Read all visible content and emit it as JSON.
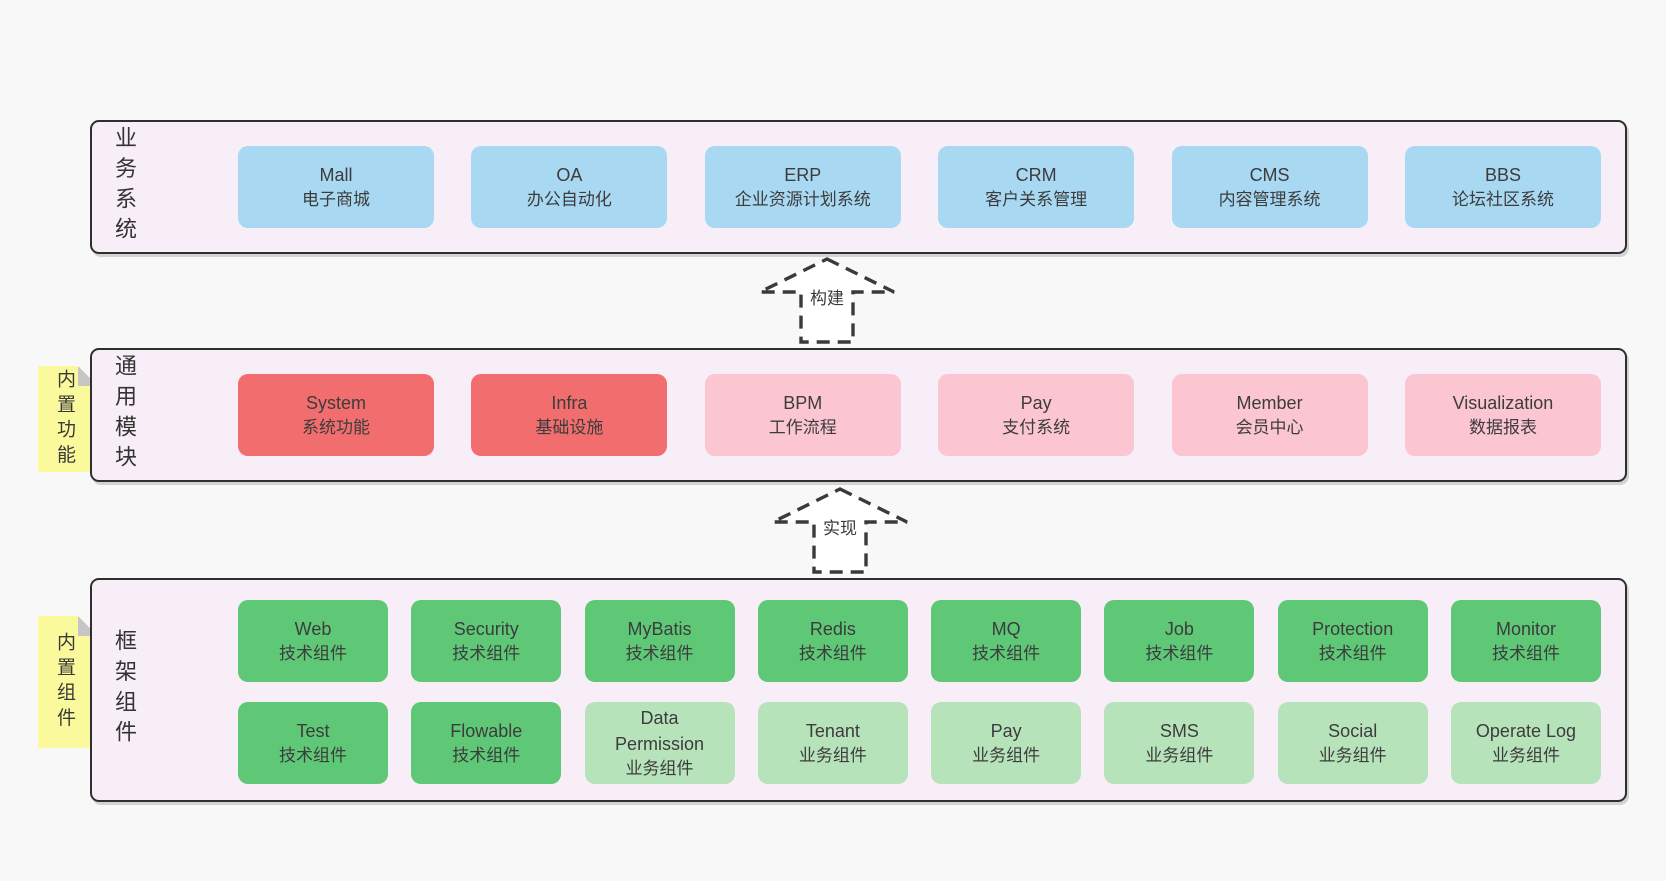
{
  "page": {
    "background_color": "#f8f8f8"
  },
  "colors": {
    "layer_background": "#f8eef7",
    "layer_border": "#2f2f2f",
    "business_box_blue": "#a8d8f2",
    "core_box_red": "#f26d6d",
    "module_box_pink": "#fbc6d1",
    "tech_box_green": "#5ec877",
    "biz_box_light_green": "#b7e3bb",
    "sticky_note_yellow": "#fafa9d",
    "sticky_note_fold_gray": "#c6c6c6",
    "arrow_stroke": "#3a3a3a",
    "text": "#3c3c3c"
  },
  "layers": {
    "business": {
      "label": "业务系统",
      "items": [
        {
          "name": "Mall",
          "sub": "电子商城"
        },
        {
          "name": "OA",
          "sub": "办公自动化"
        },
        {
          "name": "ERP",
          "sub": "企业资源计划系统"
        },
        {
          "name": "CRM",
          "sub": "客户关系管理"
        },
        {
          "name": "CMS",
          "sub": "内容管理系统"
        },
        {
          "name": "BBS",
          "sub": "论坛社区系统"
        }
      ]
    },
    "common": {
      "label": "通用模块",
      "note": "内置功能",
      "items": [
        {
          "name": "System",
          "sub": "系统功能"
        },
        {
          "name": "Infra",
          "sub": "基础设施"
        },
        {
          "name": "BPM",
          "sub": "工作流程"
        },
        {
          "name": "Pay",
          "sub": "支付系统"
        },
        {
          "name": "Member",
          "sub": "会员中心"
        },
        {
          "name": "Visualization",
          "sub": "数据报表"
        }
      ]
    },
    "framework": {
      "label": "框架组件",
      "note": "内置组件",
      "row1": [
        {
          "name": "Web",
          "sub": "技术组件"
        },
        {
          "name": "Security",
          "sub": "技术组件"
        },
        {
          "name": "MyBatis",
          "sub": "技术组件"
        },
        {
          "name": "Redis",
          "sub": "技术组件"
        },
        {
          "name": "MQ",
          "sub": "技术组件"
        },
        {
          "name": "Job",
          "sub": "技术组件"
        },
        {
          "name": "Protection",
          "sub": "技术组件"
        },
        {
          "name": "Monitor",
          "sub": "技术组件"
        }
      ],
      "row2": [
        {
          "name": "Test",
          "sub": "技术组件"
        },
        {
          "name": "Flowable",
          "sub": "技术组件"
        },
        {
          "name": "Data Permission",
          "sub": "业务组件"
        },
        {
          "name": "Tenant",
          "sub": "业务组件"
        },
        {
          "name": "Pay",
          "sub": "业务组件"
        },
        {
          "name": "SMS",
          "sub": "业务组件"
        },
        {
          "name": "Social",
          "sub": "业务组件"
        },
        {
          "name": "Operate Log",
          "sub": "业务组件"
        }
      ]
    }
  },
  "arrows": [
    {
      "label": "构建"
    },
    {
      "label": "实现"
    }
  ]
}
